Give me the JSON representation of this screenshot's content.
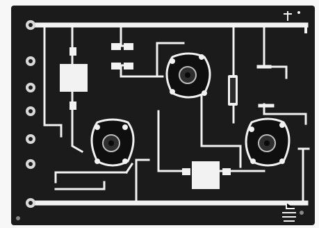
{
  "photo": {
    "colors": {
      "paper": "#f7f7f7",
      "board": "#1b1b1b",
      "trace": "#f2f2f2",
      "socket": "#0f0f0f",
      "jack": "#d9d9d9"
    },
    "elements": {
      "board": "circuit-board",
      "jacks": [
        "jack-1",
        "jack-2",
        "jack-3",
        "jack-4",
        "jack-5",
        "jack-6"
      ],
      "tube_sockets": [
        "tube-socket-1",
        "tube-socket-2",
        "tube-socket-3"
      ],
      "components": [
        "resistor-block-left",
        "resistor-block-bottom",
        "capacitor-vertical"
      ]
    }
  }
}
